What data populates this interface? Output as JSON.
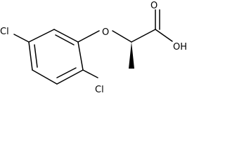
{
  "molecule": {
    "atoms": {
      "oxygen_ether": "O",
      "oxygen_carbonyl": "O",
      "hydroxyl": "OH",
      "chlorine_1": "Cl",
      "chlorine_2": "Cl"
    }
  },
  "colors": {
    "background": "#ffffff",
    "ink": "#000000"
  }
}
